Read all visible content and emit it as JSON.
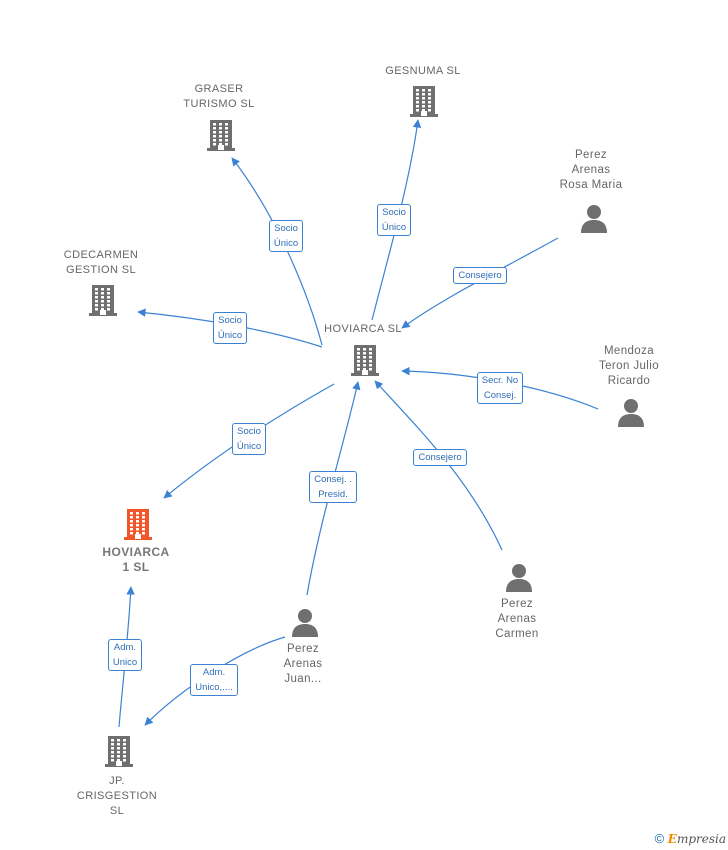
{
  "nodes": [
    {
      "id": "hoviarca",
      "type": "company",
      "label": "HOVIARCA  SL",
      "icon": "building-icon"
    },
    {
      "id": "graser",
      "type": "company",
      "label": "GRASER\nTURISMO  SL",
      "icon": "building-icon"
    },
    {
      "id": "gesnuma",
      "type": "company",
      "label": "GESNUMA  SL",
      "icon": "building-icon"
    },
    {
      "id": "cdecarmen",
      "type": "company",
      "label": "CDECARMEN\nGESTION  SL",
      "icon": "building-icon"
    },
    {
      "id": "hoviarca1",
      "type": "company-highlight",
      "label": "HOVIARCA\n1  SL",
      "icon": "building-icon"
    },
    {
      "id": "jpcris",
      "type": "company",
      "label": "JP.\nCRISGESTION\nSL",
      "icon": "building-icon"
    },
    {
      "id": "rosa",
      "type": "person",
      "label": "Perez\nArenas\nRosa Maria",
      "icon": "person-icon"
    },
    {
      "id": "mendoza",
      "type": "person",
      "label": "Mendoza\nTeron Julio\nRicardo",
      "icon": "person-icon"
    },
    {
      "id": "carmen",
      "type": "person",
      "label": "Perez\nArenas\nCarmen",
      "icon": "person-icon"
    },
    {
      "id": "juan",
      "type": "person",
      "label": "Perez\nArenas\nJuan...",
      "icon": "person-icon"
    }
  ],
  "edges": [
    {
      "id": "e-graser",
      "label": "Socio\nÚnico"
    },
    {
      "id": "e-gesnuma",
      "label": "Socio\nÚnico"
    },
    {
      "id": "e-cdecarmen",
      "label": "Socio\nÚnico"
    },
    {
      "id": "e-hoviarca1",
      "label": "Socio\nÚnico"
    },
    {
      "id": "e-rosa",
      "label": "Consejero"
    },
    {
      "id": "e-mendoza",
      "label": "Secr.  No\nConsej."
    },
    {
      "id": "e-carmen",
      "label": "Consejero"
    },
    {
      "id": "e-juan-hov",
      "label": "Consej. .\nPresid."
    },
    {
      "id": "e-juan-jp",
      "label": "Adm.\nUnico,...."
    },
    {
      "id": "e-jp-hov1",
      "label": "Adm.\nUnico"
    }
  ],
  "colors": {
    "edge": "#3b82d4",
    "company_icon": "#6f6f6f",
    "highlight_icon": "#f0562a",
    "person_icon": "#6f6f6f"
  },
  "copyright": {
    "symbol": "©",
    "brand_first": "E",
    "brand_rest": "mpresia"
  }
}
